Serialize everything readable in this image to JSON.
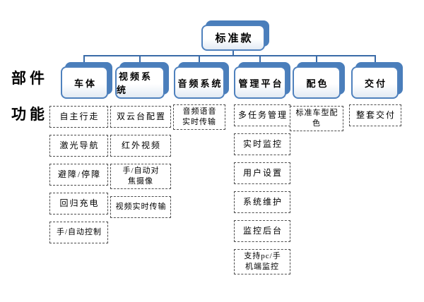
{
  "diagram": {
    "root": {
      "label": "标准款"
    },
    "row_labels": {
      "components": "部件",
      "functions": "功能"
    },
    "columns": [
      {
        "title": "车体",
        "items": [
          "自主行走",
          "激光导航",
          "避障/停障",
          "回归充电",
          "手/自动控制"
        ]
      },
      {
        "title": "视频系统",
        "items": [
          "双云台配置",
          "红外视频",
          "手/自动对\n焦摄像",
          "视频实时传输"
        ]
      },
      {
        "title": "音频系统",
        "items": [
          "音频语音\n实时传输"
        ]
      },
      {
        "title": "管理平台",
        "items": [
          "多任务管理",
          "实时监控",
          "用户设置",
          "系统维护",
          "监控后台",
          "支持pc/手\n机端监控"
        ]
      },
      {
        "title": "配色",
        "items": [
          "标准车型配色"
        ]
      },
      {
        "title": "交付",
        "items": [
          "整套交付"
        ]
      }
    ],
    "colors": {
      "node_back_fill": "#4a7ebb",
      "node_border": "#4f81bd",
      "connector_line": "#3a6ba8",
      "dashed_border": "#4d4d4d",
      "text": "#000000"
    }
  }
}
